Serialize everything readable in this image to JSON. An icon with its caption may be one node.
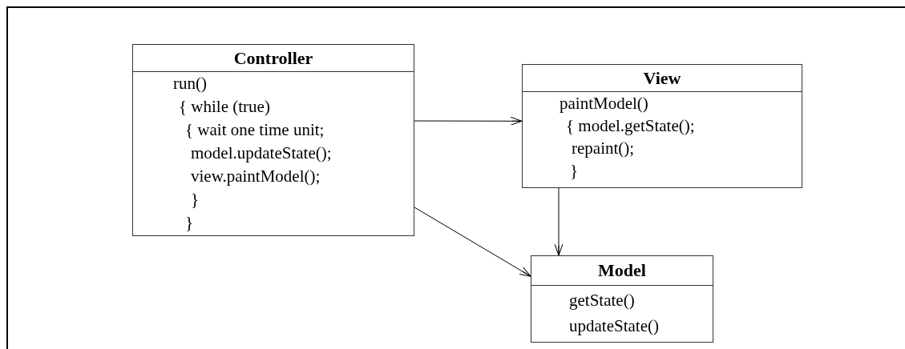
{
  "diagram": {
    "nodes": [
      {
        "text": [
          "Controller",
          "run()",
          "{ while (true)",
          "{ wait one time unit;",
          "model.updateState();",
          "view.paintModel();",
          "}",
          "}"
        ]
      },
      {
        "text": [
          "View",
          "paintModel()",
          "{ model.getState();",
          "repaint();",
          "}"
        ]
      },
      {
        "text": [
          "Model",
          "getState()",
          "updateState()"
        ]
      }
    ],
    "edges": [
      {
        "from": 0,
        "to": 1,
        "arrow": "to"
      },
      {
        "from": 0,
        "to": 2,
        "arrow": "to"
      },
      {
        "from": 1,
        "to": 2,
        "arrow": "to"
      }
    ]
  }
}
